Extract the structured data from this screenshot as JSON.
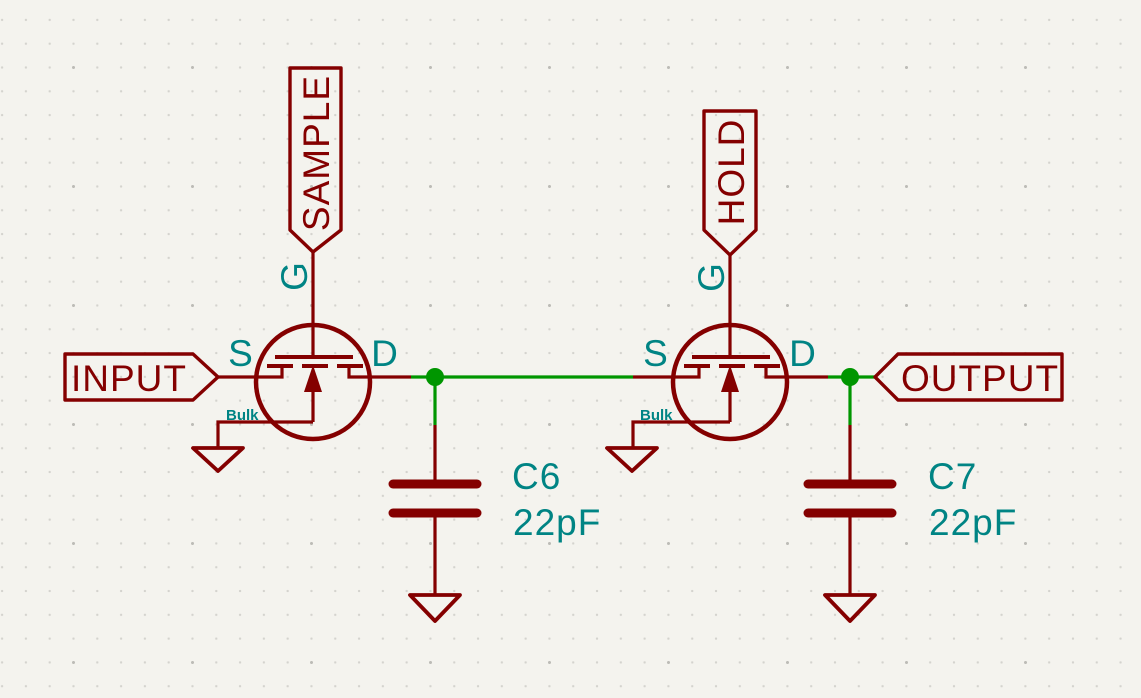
{
  "colors": {
    "symbol": "#840000",
    "wire": "#009600",
    "annotation": "#008484",
    "background": "#F4F3EE",
    "grid_dot": "#D4D3CE",
    "grid_dot_major": "#BDBCB7"
  },
  "net_labels": {
    "input": "INPUT",
    "output": "OUTPUT",
    "sample": "SAMPLE",
    "hold": "HOLD"
  },
  "pins": {
    "source": "S",
    "drain": "D",
    "gate": "G",
    "bulk": "Bulk"
  },
  "capacitors": [
    {
      "reference": "C6",
      "value": "22pF"
    },
    {
      "reference": "C7",
      "value": "22pF"
    }
  ]
}
